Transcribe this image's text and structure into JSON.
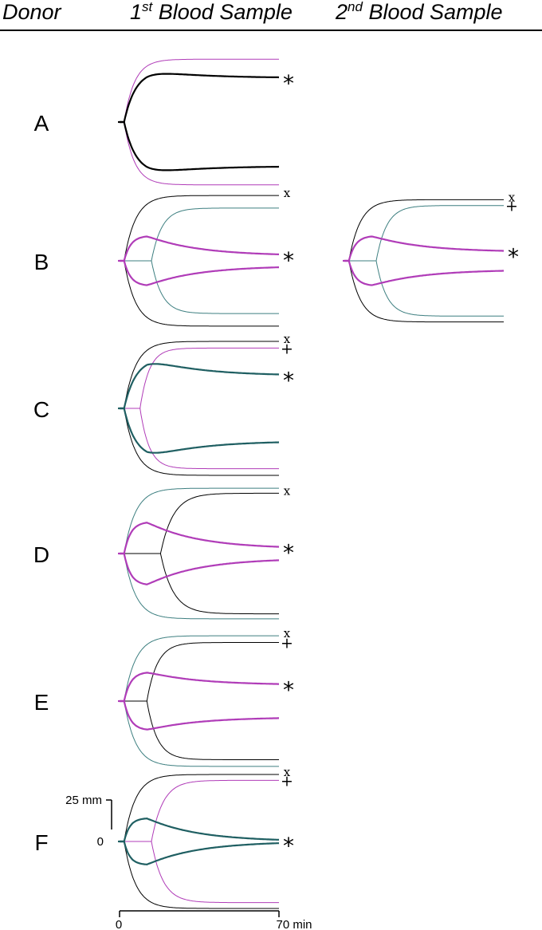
{
  "header": {
    "donor": "Donor",
    "first_num": "1",
    "first_sup": "st",
    "first_rest": " Blood Sample",
    "second_num": "2",
    "second_sup": "nd",
    "second_rest": " Blood Sample"
  },
  "markers": {
    "x": "x",
    "plus": "+",
    "star": "*"
  },
  "scale": {
    "amplitude_label": "25 mm",
    "zero_label": "0",
    "time_start": "0",
    "time_end": "70 min"
  },
  "colors": {
    "black": "#000000",
    "magenta": "#b03cb8",
    "teal": "#1f5f62",
    "teal_light": "#3d7f80"
  },
  "panels": [
    {
      "donor": "A",
      "traces": [
        {
          "color": "magenta",
          "weight": "thin",
          "ampl": 75,
          "onset": 2,
          "k": 0.22,
          "decay": 0,
          "end_marker": ""
        },
        {
          "color": "black",
          "weight": "bold",
          "ampl": 62,
          "onset": 2,
          "k": 0.2,
          "decay": 0.15,
          "end_marker": "star"
        }
      ]
    },
    {
      "donor": "B",
      "traces": [
        {
          "color": "black",
          "weight": "thin",
          "ampl": 78,
          "onset": 2,
          "k": 0.2,
          "decay": 0,
          "end_marker": "x"
        },
        {
          "color": "teal_light",
          "weight": "thin",
          "ampl": 63,
          "onset": 14,
          "k": 0.22,
          "decay": 0,
          "end_marker": ""
        },
        {
          "color": "magenta",
          "weight": "bold",
          "ampl": 30,
          "onset": 2,
          "k": 0.35,
          "decay": 0.8,
          "end_marker": "star"
        }
      ]
    },
    {
      "donor": "C",
      "traces": [
        {
          "color": "black",
          "weight": "thin",
          "ampl": 80,
          "onset": 2,
          "k": 0.2,
          "decay": 0,
          "end_marker": "x"
        },
        {
          "color": "magenta",
          "weight": "thin",
          "ampl": 72,
          "onset": 9,
          "k": 0.25,
          "decay": 0,
          "end_marker": "plus"
        },
        {
          "color": "teal",
          "weight": "bold",
          "ampl": 60,
          "onset": 2,
          "k": 0.2,
          "decay": 0.35,
          "end_marker": "star"
        }
      ]
    },
    {
      "donor": "D",
      "traces": [
        {
          "color": "teal_light",
          "weight": "thin",
          "ampl": 78,
          "onset": 2,
          "k": 0.2,
          "decay": 0,
          "end_marker": ""
        },
        {
          "color": "black",
          "weight": "thin",
          "ampl": 72,
          "onset": 18,
          "k": 0.18,
          "decay": 0,
          "end_marker": "x"
        },
        {
          "color": "magenta",
          "weight": "bold",
          "ampl": 38,
          "onset": 2,
          "k": 0.35,
          "decay": 0.85,
          "end_marker": "star"
        }
      ]
    },
    {
      "donor": "E",
      "traces": [
        {
          "color": "teal_light",
          "weight": "thin",
          "ampl": 78,
          "onset": 2,
          "k": 0.2,
          "decay": 0,
          "end_marker": "x"
        },
        {
          "color": "black",
          "weight": "thin",
          "ampl": 70,
          "onset": 12,
          "k": 0.22,
          "decay": 0,
          "end_marker": "plus"
        },
        {
          "color": "magenta",
          "weight": "bold",
          "ampl": 35,
          "onset": 2,
          "k": 0.35,
          "decay": 0.45,
          "end_marker": "star"
        }
      ]
    },
    {
      "donor": "F",
      "traces": [
        {
          "color": "black",
          "weight": "thin",
          "ampl": 80,
          "onset": 2,
          "k": 0.2,
          "decay": 0,
          "end_marker": "x"
        },
        {
          "color": "magenta",
          "weight": "thin",
          "ampl": 73,
          "onset": 14,
          "k": 0.2,
          "decay": 0,
          "end_marker": "plus"
        },
        {
          "color": "teal",
          "weight": "bold",
          "ampl": 28,
          "onset": 2,
          "k": 0.4,
          "decay": 1.0,
          "end_marker": "star"
        }
      ]
    }
  ],
  "second_sample_panels": [
    {
      "donor": "B",
      "traces": [
        {
          "color": "black",
          "weight": "thin",
          "ampl": 73,
          "onset": 2,
          "k": 0.2,
          "decay": 0,
          "end_marker": "x"
        },
        {
          "color": "teal_light",
          "weight": "thin",
          "ampl": 66,
          "onset": 14,
          "k": 0.22,
          "decay": 0,
          "end_marker": "plus"
        },
        {
          "color": "magenta",
          "weight": "bold",
          "ampl": 30,
          "onset": 2,
          "k": 0.35,
          "decay": 0.65,
          "end_marker": "star"
        }
      ]
    }
  ]
}
